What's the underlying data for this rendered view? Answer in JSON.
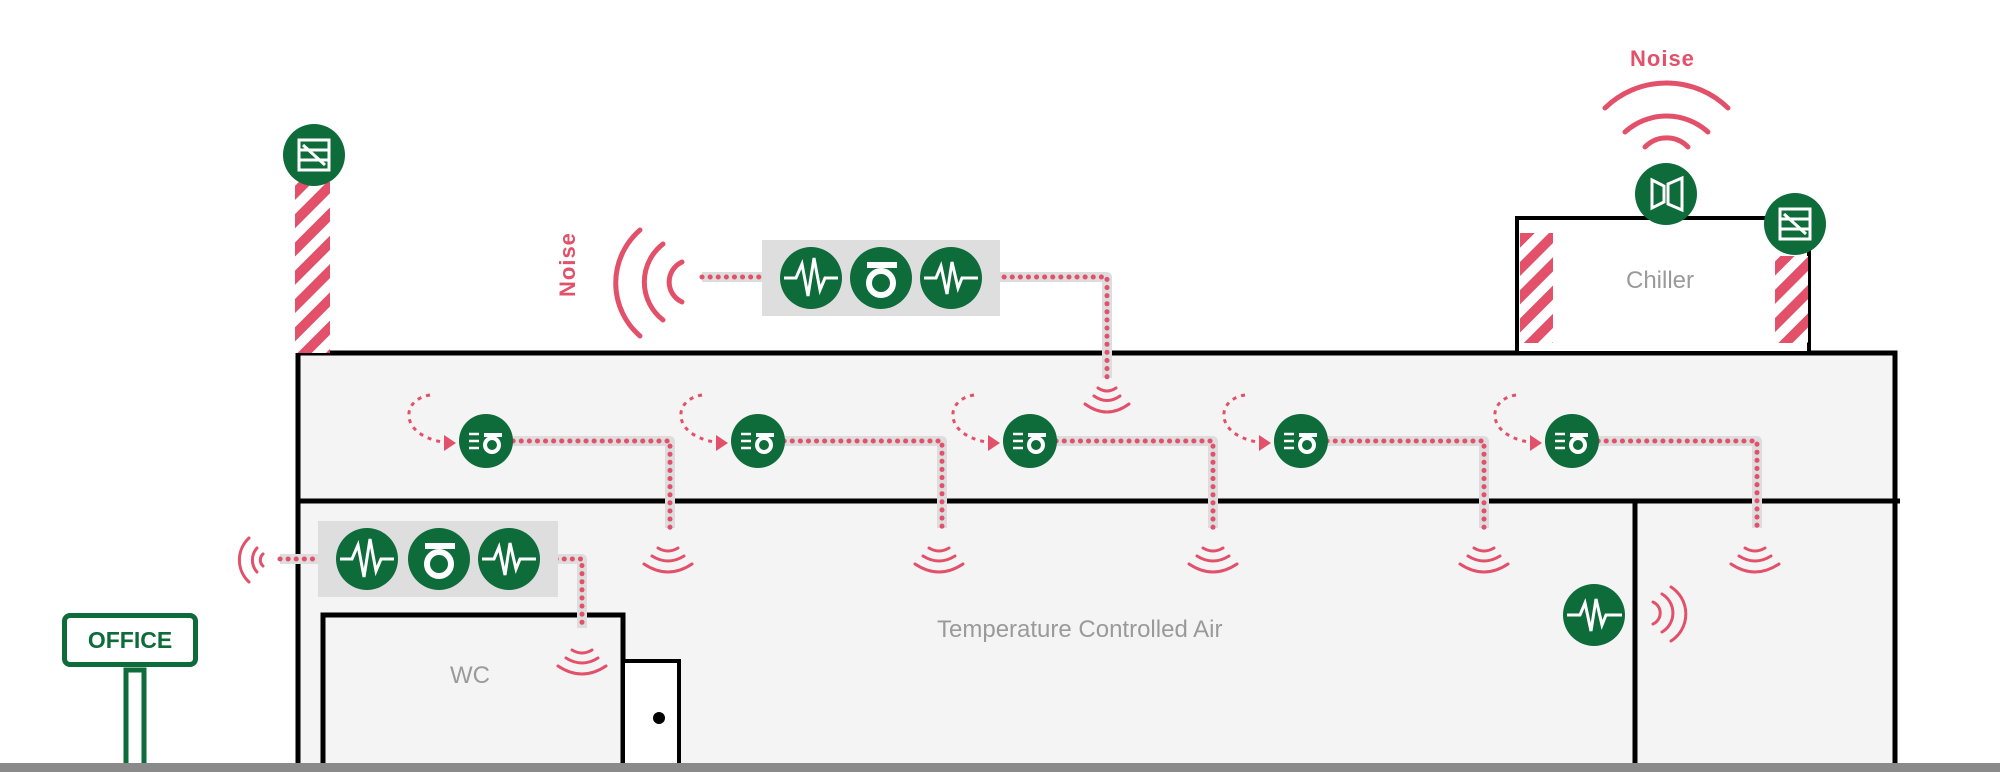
{
  "labels": {
    "office": "OFFICE",
    "wc": "WC",
    "chiller": "Chiller",
    "main_area": "Temperature Controlled Air",
    "noise_top": "Noise",
    "noise_side": "Noise"
  },
  "icons": {
    "silencer": "silencer-icon",
    "fan": "fan-icon",
    "fan_coil": "fan-coil-unit-icon",
    "vibration": "vibration-icon",
    "attenuator": "attenuator-icon",
    "chiller_unit": "chiller-unit-icon",
    "sound_wave": "sound-wave-icon"
  },
  "colors": {
    "green": "#0e6b3a",
    "red": "#e2506a",
    "panel": "#dedede",
    "building": "#f4f4f4",
    "outline": "#000000"
  }
}
